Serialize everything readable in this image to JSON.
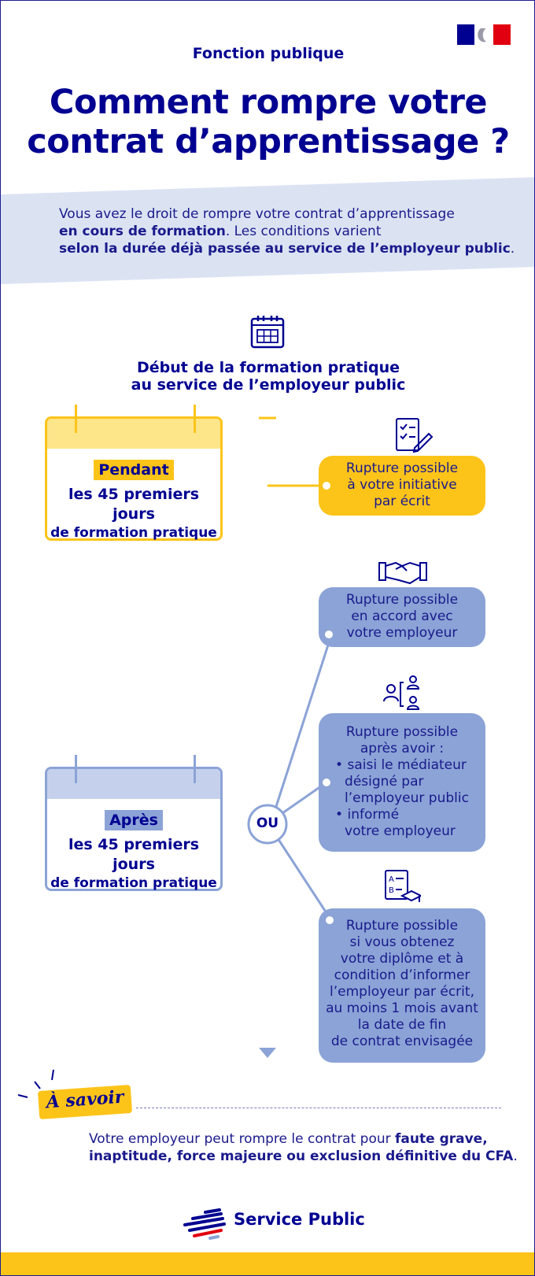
{
  "header": {
    "kicker": "Fonction publique",
    "title_line1": "Comment rompre votre",
    "title_line2": "contrat d’apprentissage ?"
  },
  "intro": {
    "line1": "Vous avez le droit de rompre votre contrat d’apprentissage",
    "line2_bold": "en cours de formation",
    "line2_rest": ". Les conditions varient",
    "line3_bold": "selon la durée déjà passée au service de l’employeur public",
    "line3_end": "."
  },
  "timeline": {
    "heading_line1": "Début de la formation pratique",
    "heading_line2": "au service de l’employeur public",
    "or_label": "OU"
  },
  "periods": [
    {
      "tag": "Pendant",
      "line1": "les 45 premiers jours",
      "line2": "de formation pratique"
    },
    {
      "tag": "Après",
      "line1": "les 45 premiers jours",
      "line2": "de formation pratique"
    }
  ],
  "outcomes": {
    "initiative": [
      "Rupture possible",
      "à votre initiative",
      "par écrit"
    ],
    "accord": [
      "Rupture possible",
      "en accord avec",
      "votre employeur"
    ],
    "mediateur": {
      "intro": [
        "Rupture possible",
        "après avoir :"
      ],
      "bullets": [
        "• saisi le médiateur",
        "désigné par",
        "l’employeur public",
        "• informé",
        "votre employeur"
      ]
    },
    "diplome": [
      "Rupture possible",
      "si vous obtenez",
      "votre diplôme et à",
      "condition d’informer",
      "l’employeur par écrit,",
      "au moins 1 mois avant",
      "la date de fin",
      "de contrat envisagée"
    ]
  },
  "savoir": {
    "tag": "À savoir",
    "text_plain": "Votre employeur peut rompre le contrat pour ",
    "text_bold1": "faute grave,",
    "text_bold2": "inaptitude, force majeure ou exclusion définitive du CFA",
    "text_end": "."
  },
  "footer": {
    "brand": "Service Public"
  },
  "colors": {
    "navy": "#000091",
    "yellow": "#fcc419",
    "blue": "#8ba3d6",
    "band": "#dbe3f3",
    "red": "#e1000f"
  },
  "icons": [
    "marianne-flag-icon",
    "calendar-icon",
    "checklist-pen-icon",
    "handshake-icon",
    "mediator-people-icon",
    "diploma-icon",
    "service-public-logo-icon"
  ]
}
